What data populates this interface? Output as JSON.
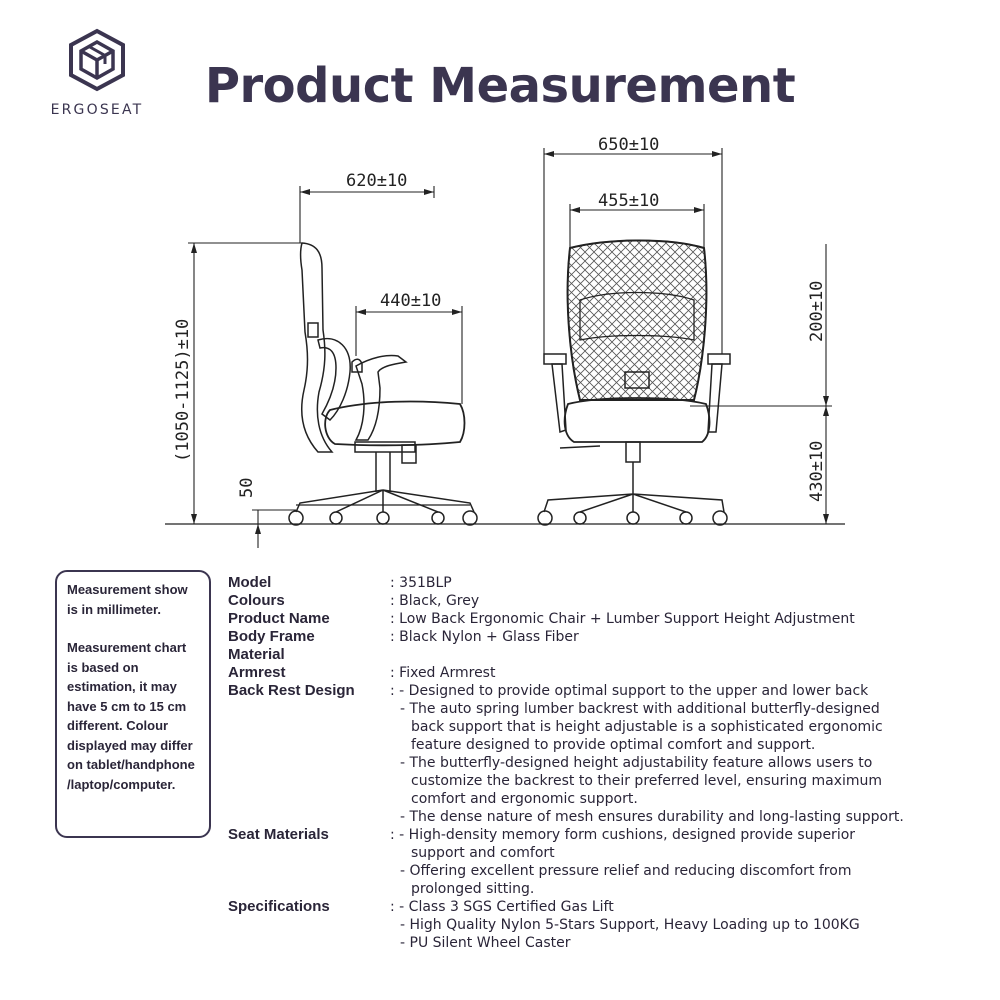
{
  "brand": {
    "name": "ERGOSEAT"
  },
  "page": {
    "title": "Product Measurement"
  },
  "dimensions": {
    "depth": "620±10",
    "seat_depth": "440±10",
    "height": "(1050-1125)±10",
    "base_height": "50",
    "width": "650±10",
    "back_width": "455±10",
    "lumbar_adjust": "200±10",
    "seat_height": "430±10"
  },
  "note": {
    "p1": "Measurement show is in millimeter.",
    "p2": "Measurement chart is based on estimation, it may have 5 cm to 15 cm different. Colour displayed may differ on tablet/handphone /laptop/computer."
  },
  "specs": {
    "model_label": "Model",
    "model_value": ": 351BLP",
    "colours_label": "Colours",
    "colours_value": ": Black, Grey",
    "product_label": "Product Name",
    "product_value": ": Low Back Ergonomic Chair + Lumber Support Height Adjustment",
    "frame_label_1": "Body Frame",
    "frame_label_2": "Material",
    "frame_value": ": Black Nylon + Glass Fiber",
    "armrest_label": "Armrest",
    "armrest_value": ": Fixed Armrest",
    "backrest_label": "Back Rest Design",
    "backrest_1": ": - Designed to provide optimal support to the upper and lower back",
    "backrest_2a": "- The auto spring lumber backrest with additional butterfly-designed",
    "backrest_2b": "back support that is height adjustable is a sophisticated ergonomic",
    "backrest_2c": "feature designed to provide optimal comfort and support.",
    "backrest_3a": "- The butterfly-designed height adjustability feature allows users to",
    "backrest_3b": "customize the backrest to their preferred level, ensuring maximum",
    "backrest_3c": "comfort and ergonomic support.",
    "backrest_4": "- The dense nature of mesh ensures durability and long-lasting support.",
    "seat_label": "Seat Materials",
    "seat_1a": ": - High-density memory form cushions, designed provide superior",
    "seat_1b": "support and comfort",
    "seat_2a": "- Offering excellent pressure relief and reducing discomfort from",
    "seat_2b": "prolonged sitting.",
    "spec_label": "Specifications",
    "spec_1": ": - Class 3 SGS Certified Gas Lift",
    "spec_2": "- High Quality Nylon 5-Stars Support, Heavy Loading up to 100KG",
    "spec_3": "- PU Silent Wheel Caster"
  },
  "colors": {
    "primary": "#3b3550",
    "line": "#222222"
  },
  "icons": {
    "logo": "cube-hexagon-logo-icon"
  }
}
